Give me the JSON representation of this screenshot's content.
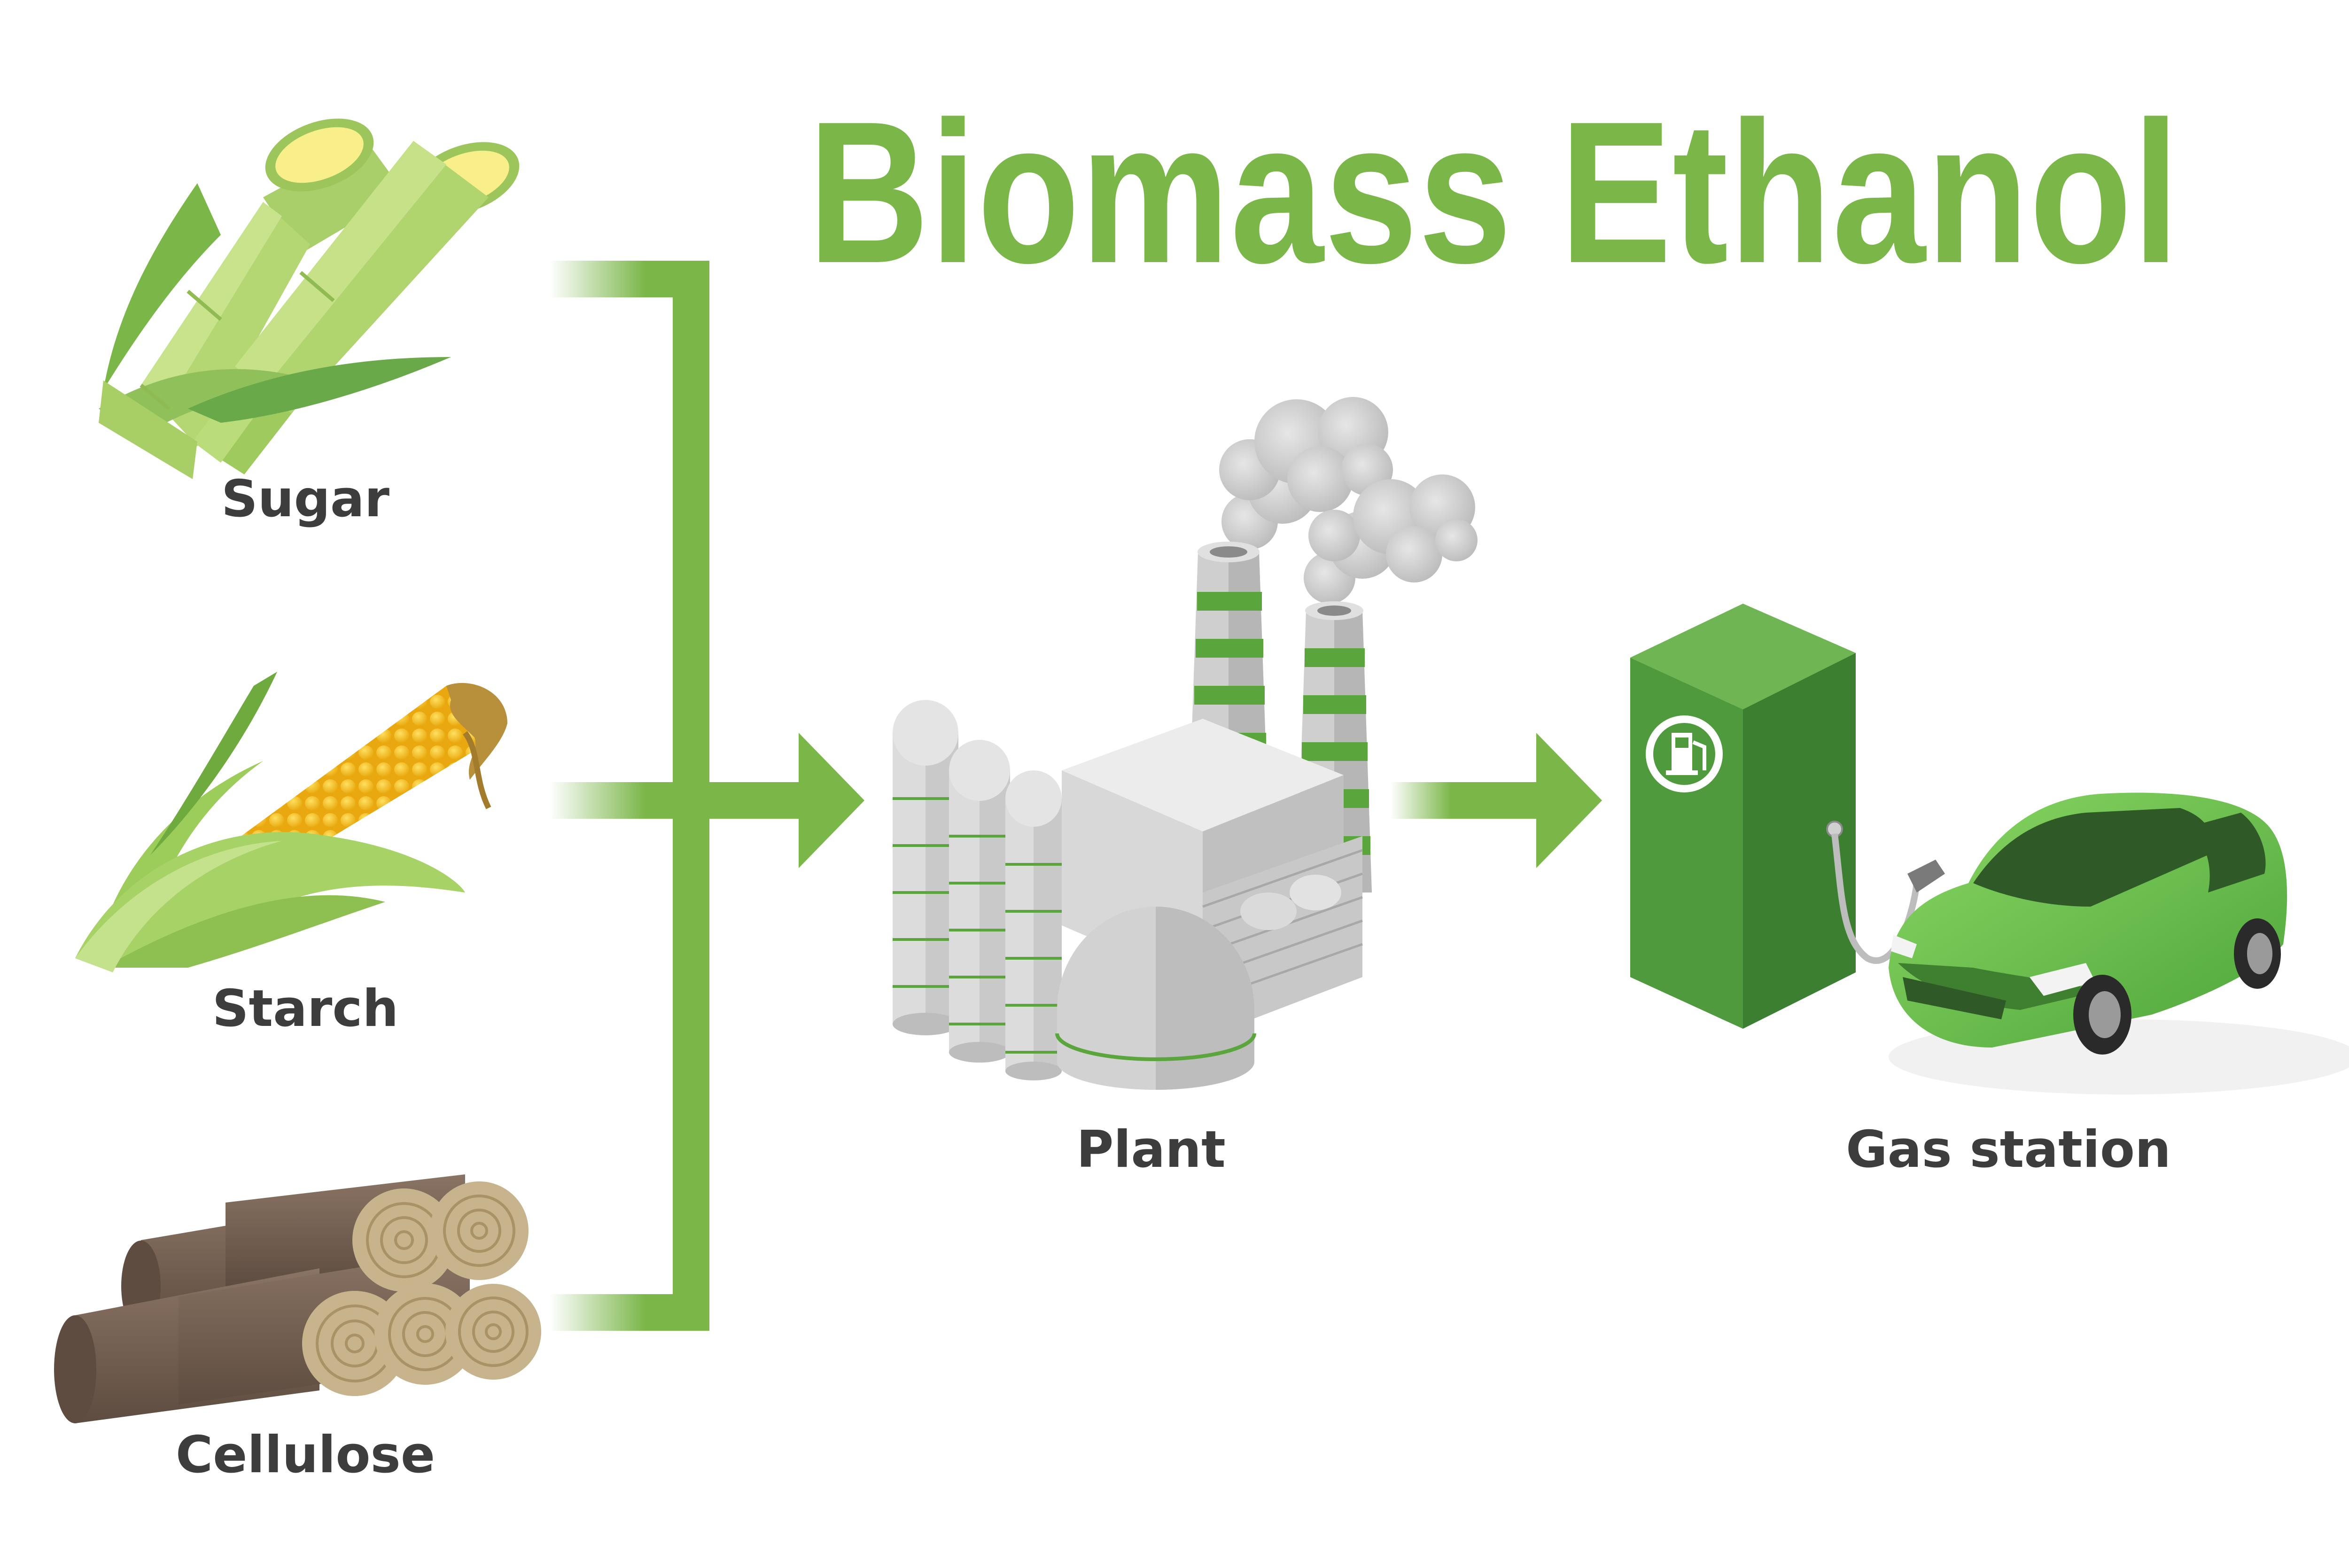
{
  "title": "Biomass Ethanol",
  "sources": [
    {
      "label": "Sugar",
      "icon": "sugarcane-icon"
    },
    {
      "label": "Starch",
      "icon": "corn-icon"
    },
    {
      "label": "Cellulose",
      "icon": "logs-icon"
    }
  ],
  "plant": {
    "label": "Plant",
    "icon": "factory-icon"
  },
  "destination": {
    "label": "Gas station",
    "icon": "fuel-pump-and-car-icon"
  },
  "colors": {
    "accent": "#7ab648",
    "dark_green": "#4c8a3e",
    "corn": "#f5c518",
    "wood": "#7a6656",
    "wood_end": "#c8b48c",
    "car": "#6cc24a",
    "smoke": "#d0d0d0",
    "text": "#3d3d3d"
  }
}
